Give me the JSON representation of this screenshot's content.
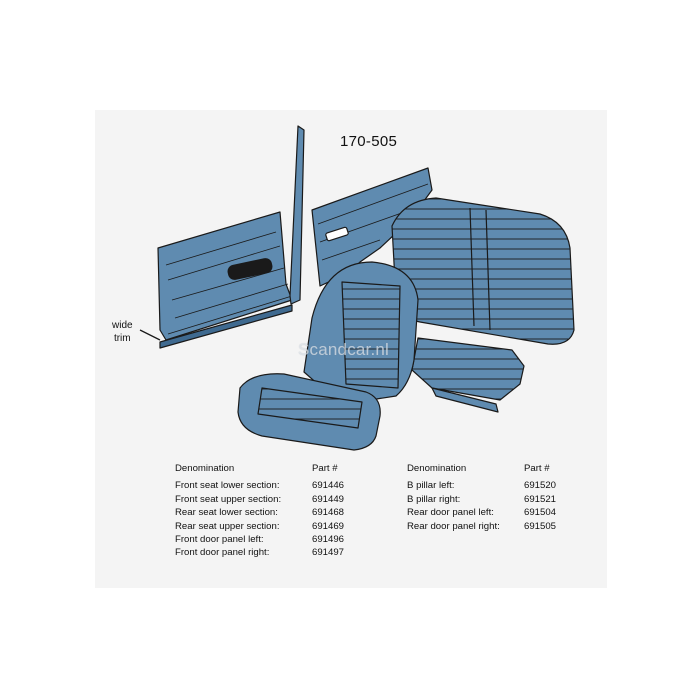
{
  "figure": {
    "code": "170-505",
    "trim_label_line1": "wide",
    "trim_label_line2": "trim",
    "watermark": "Scandcar.nl",
    "panel_color": "#5f8bb0",
    "outline_color": "#1a1a1a"
  },
  "parts_table_left": {
    "header_name": "Denomination",
    "header_part": "Part #",
    "rows": [
      {
        "name": "Front seat lower section:",
        "part": "691446"
      },
      {
        "name": "Front seat upper section:",
        "part": "691449"
      },
      {
        "name": "Rear seat lower section:",
        "part": "691468"
      },
      {
        "name": "Rear seat upper section:",
        "part": "691469"
      },
      {
        "name": "Front door panel left:",
        "part": "691496"
      },
      {
        "name": "Front door panel right:",
        "part": "691497"
      }
    ]
  },
  "parts_table_right": {
    "header_name": "Denomination",
    "header_part": "Part #",
    "rows": [
      {
        "name": "B pillar left:",
        "part": "691520"
      },
      {
        "name": "B pillar right:",
        "part": "691521"
      },
      {
        "name": "Rear door panel left:",
        "part": "691504"
      },
      {
        "name": "Rear door panel right:",
        "part": "691505"
      }
    ]
  }
}
